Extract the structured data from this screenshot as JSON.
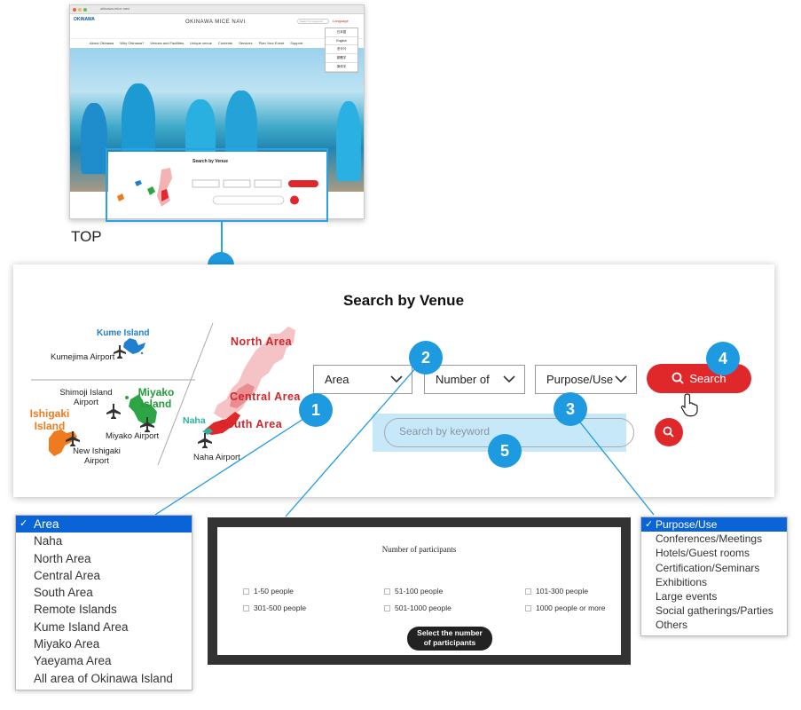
{
  "thumbnail": {
    "browser_url": "okinawa-mice-navi",
    "site_title": "OKINAWA MICE NAVI",
    "logo": "OKINAWA",
    "search_placeholder": "Search by keyword",
    "language_label": "Language",
    "languages": [
      "日本語",
      "English",
      "한국어",
      "繁體字",
      "简体字"
    ],
    "nav": [
      "About Okinawa",
      "Why Okinawa?",
      "Venues and Facilities",
      "Unique venue",
      "Contents",
      "Services",
      "Plan Your Event",
      "Support"
    ],
    "inset_title": "Search by Venue"
  },
  "top_label": "TOP",
  "panel": {
    "title": "Search by Venue",
    "map": {
      "kume_island": "Kume Island",
      "kumejima_airport": "Kumejima Airport",
      "shimoji_airport": "Shimoji Island Airport",
      "miyako_island": "Miyako Island",
      "miyako_airport": "Miyako Airport",
      "ishigaki_island": "Ishigaki Island",
      "new_ishigaki_airport": "New Ishigaki Airport",
      "north_area": "North Area",
      "central_area": "Central Area",
      "south_area": "South Area",
      "naha": "Naha",
      "naha_airport": "Naha Airport"
    },
    "area_select": "Area",
    "number_select": "Number of",
    "purpose_select": "Purpose/Use",
    "search_button": "Search",
    "keyword_placeholder": "Search by keyword"
  },
  "markers": [
    "1",
    "2",
    "3",
    "4",
    "5"
  ],
  "area_dropdown": {
    "selected": "Area",
    "options": [
      "Naha",
      "North Area",
      "Central Area",
      "South Area",
      "Remote Islands",
      "Kume Island Area",
      "Miyako Area",
      "Yaeyama Area",
      "All area of Okinawa Island"
    ]
  },
  "participants_modal": {
    "title": "Number of participants",
    "options": [
      "1-50 people",
      "51-100 people",
      "101-300 people",
      "301-500 people",
      "501-1000 people",
      "1000 people or more"
    ],
    "button_line1": "Select the number",
    "button_line2": "of participants"
  },
  "purpose_dropdown": {
    "selected": "Purpose/Use",
    "options": [
      "Conferences/Meetings",
      "Hotels/Guest rooms",
      "Certification/Seminars",
      "Exhibitions",
      "Large events",
      "Social gatherings/Parties",
      "Others"
    ]
  },
  "colors": {
    "accent_blue": "#1e9be0",
    "search_red": "#e0282b",
    "select_highlight": "#0a64d8"
  }
}
